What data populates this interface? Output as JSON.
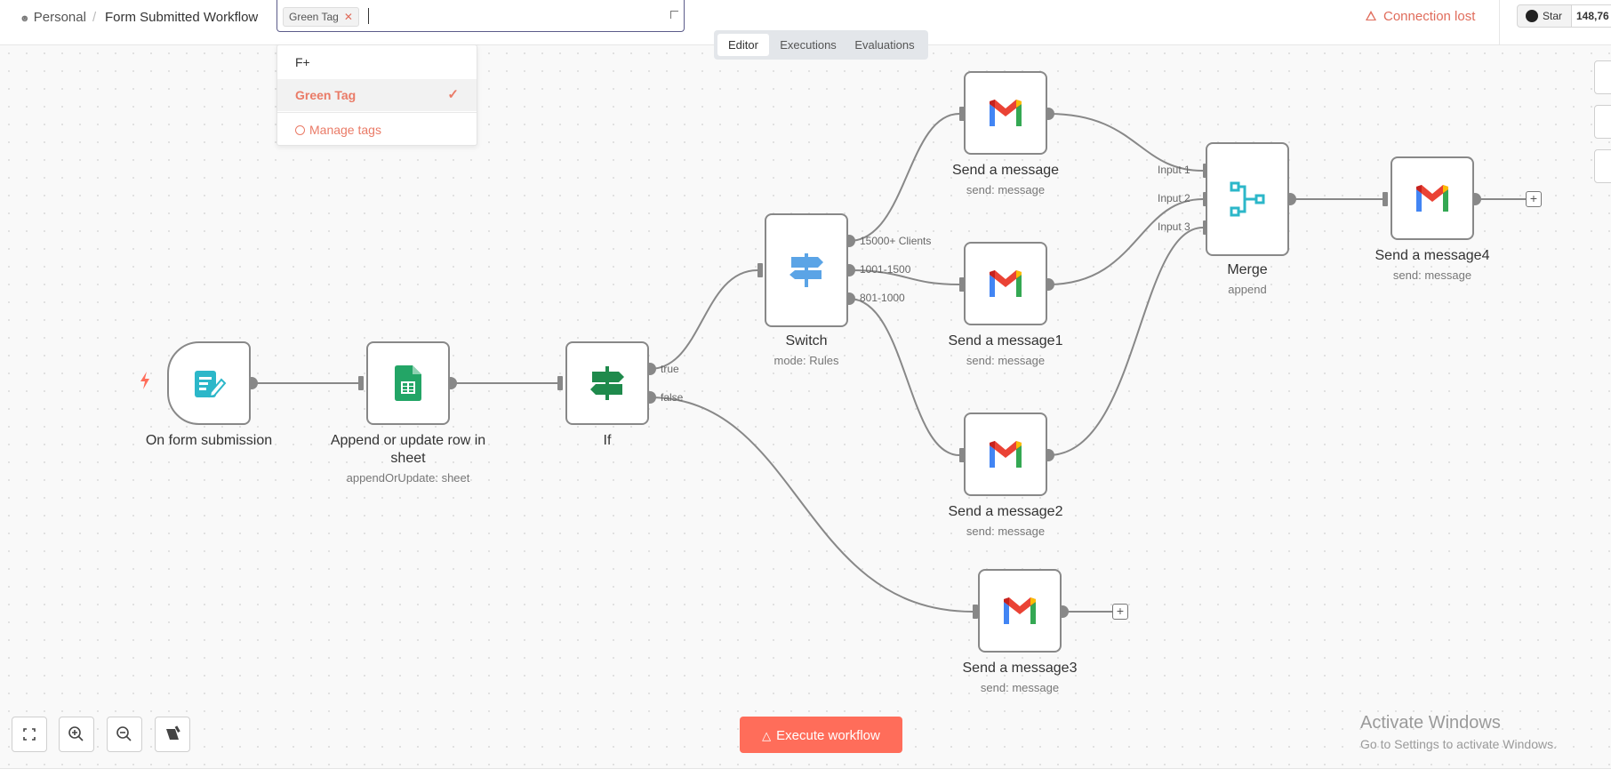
{
  "header": {
    "breadcrumb_project": "Personal",
    "breadcrumb_separator": "/",
    "workflow_title": "Form Submitted Workflow",
    "connection_status": "Connection lost",
    "github_star_label": "Star",
    "github_star_count": "148,76"
  },
  "tags": {
    "selected_chip": "Green Tag",
    "dropdown_items": [
      "F+",
      "Green Tag"
    ],
    "manage_label": "Manage tags"
  },
  "tabs": [
    "Editor",
    "Executions",
    "Evaluations"
  ],
  "nodes": {
    "form": {
      "label": "On form submission"
    },
    "sheet": {
      "label": "Append or update row in sheet",
      "sub": "appendOrUpdate: sheet"
    },
    "if": {
      "label": "If",
      "out_true": "true",
      "out_false": "false"
    },
    "switch": {
      "label": "Switch",
      "sub": "mode: Rules",
      "out_1": "15000+ Clients",
      "out_2": "1001-1500",
      "out_3": "801-1000"
    },
    "msg": {
      "label": "Send a message",
      "sub": "send: message"
    },
    "msg1": {
      "label": "Send a message1",
      "sub": "send: message"
    },
    "msg2": {
      "label": "Send a message2",
      "sub": "send: message"
    },
    "msg3": {
      "label": "Send a message3",
      "sub": "send: message"
    },
    "merge": {
      "label": "Merge",
      "sub": "append",
      "in_1": "Input 1",
      "in_2": "Input 2",
      "in_3": "Input 3"
    },
    "msg4": {
      "label": "Send a message4",
      "sub": "send: message"
    }
  },
  "footer": {
    "execute_button": "Execute workflow",
    "activate_title": "Activate Windows",
    "activate_sub": "Go to Settings to activate Windows."
  },
  "colors": {
    "accent": "#ff6d5a",
    "link": "#ea7b67",
    "node_border": "#888888"
  },
  "icons": [
    "form-icon",
    "google-sheets-icon",
    "if-signpost-icon",
    "switch-signpost-icon",
    "gmail-icon",
    "merge-icon",
    "lightning-bolt-icon",
    "fullscreen-icon",
    "zoom-in-icon",
    "zoom-out-icon",
    "tidy-up-icon",
    "github-icon",
    "warning-icon",
    "check-icon",
    "gear-icon",
    "flask-icon"
  ]
}
